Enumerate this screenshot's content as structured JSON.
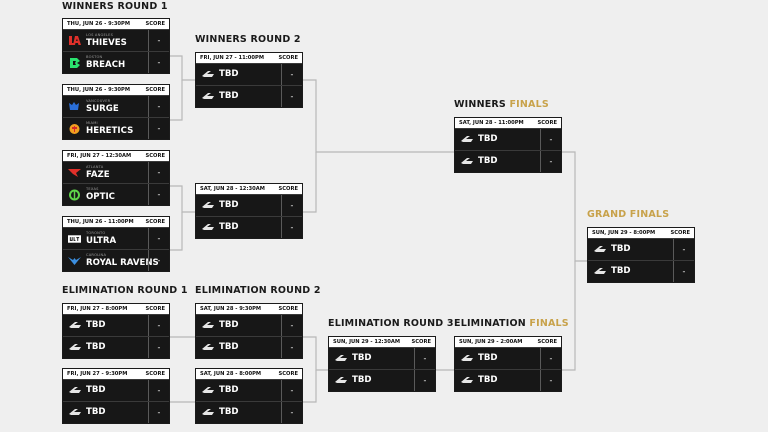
{
  "colors": {
    "accent": "#c8a24a",
    "card": "#171717",
    "line": "#b8b8b8",
    "background": "#efefef"
  },
  "rounds": {
    "wr1": {
      "title": "WINNERS ROUND 1"
    },
    "wr2": {
      "title": "WINNERS ROUND 2"
    },
    "wf": {
      "title_a": "WINNERS",
      "title_b": "FINALS"
    },
    "gf": {
      "title": "GRAND FINALS"
    },
    "er1": {
      "title": "ELIMINATION ROUND 1"
    },
    "er2": {
      "title": "ELIMINATION ROUND 2"
    },
    "er3": {
      "title": "ELIMINATION ROUND 3"
    },
    "ef": {
      "title_a": "ELIMINATION",
      "title_b": "FINALS"
    }
  },
  "score_label": "SCORE",
  "tbd": "TBD",
  "dash": "-",
  "matches": {
    "wr1_m1": {
      "date": "THU, JUN 26 - 9:30PM",
      "t1": {
        "city": "LOS ANGELES",
        "name": "THIEVES",
        "logo": "thieves-logo",
        "score": "-"
      },
      "t2": {
        "city": "BOSTON",
        "name": "BREACH",
        "logo": "breach-logo",
        "score": "-"
      }
    },
    "wr1_m2": {
      "date": "THU, JUN 26 - 9:30PM",
      "t1": {
        "city": "VANCOUVER",
        "name": "SURGE",
        "logo": "surge-logo",
        "score": "-"
      },
      "t2": {
        "city": "MIAMI",
        "name": "HERETICS",
        "logo": "heretics-logo",
        "score": "-"
      }
    },
    "wr1_m3": {
      "date": "FRI, JUN 27 - 12:30AM",
      "t1": {
        "city": "ATLANTA",
        "name": "FAZE",
        "logo": "faze-logo",
        "score": "-"
      },
      "t2": {
        "city": "TEXAS",
        "name": "OPTIC",
        "logo": "optic-logo",
        "score": "-"
      }
    },
    "wr1_m4": {
      "date": "THU, JUN 26 - 11:00PM",
      "t1": {
        "city": "TORONTO",
        "name": "ULTRA",
        "logo": "ultra-logo",
        "score": "-"
      },
      "t2": {
        "city": "CAROLINA",
        "name": "ROYAL RAVENS",
        "logo": "royal-ravens-logo",
        "score": "-"
      }
    },
    "wr2_m1": {
      "date": "FRI, JUN 27 - 11:00PM"
    },
    "wr2_m2": {
      "date": "SAT, JUN 28 - 12:30AM"
    },
    "wf": {
      "date": "SAT, JUN 28 - 11:00PM"
    },
    "gf": {
      "date": "SUN, JUN 29 - 8:00PM"
    },
    "er1_m1": {
      "date": "FRI, JUN 27 - 8:00PM"
    },
    "er1_m2": {
      "date": "FRI, JUN 27 - 9:30PM"
    },
    "er2_m1": {
      "date": "SAT, JUN 28 - 9:30PM"
    },
    "er2_m2": {
      "date": "SAT, JUN 28 - 8:00PM"
    },
    "er3": {
      "date": "SUN, JUN 29 - 12:30AM"
    },
    "ef": {
      "date": "SUN, JUN 29 - 2:00AM"
    }
  },
  "icons": {
    "tbd": "cdl-logo"
  }
}
